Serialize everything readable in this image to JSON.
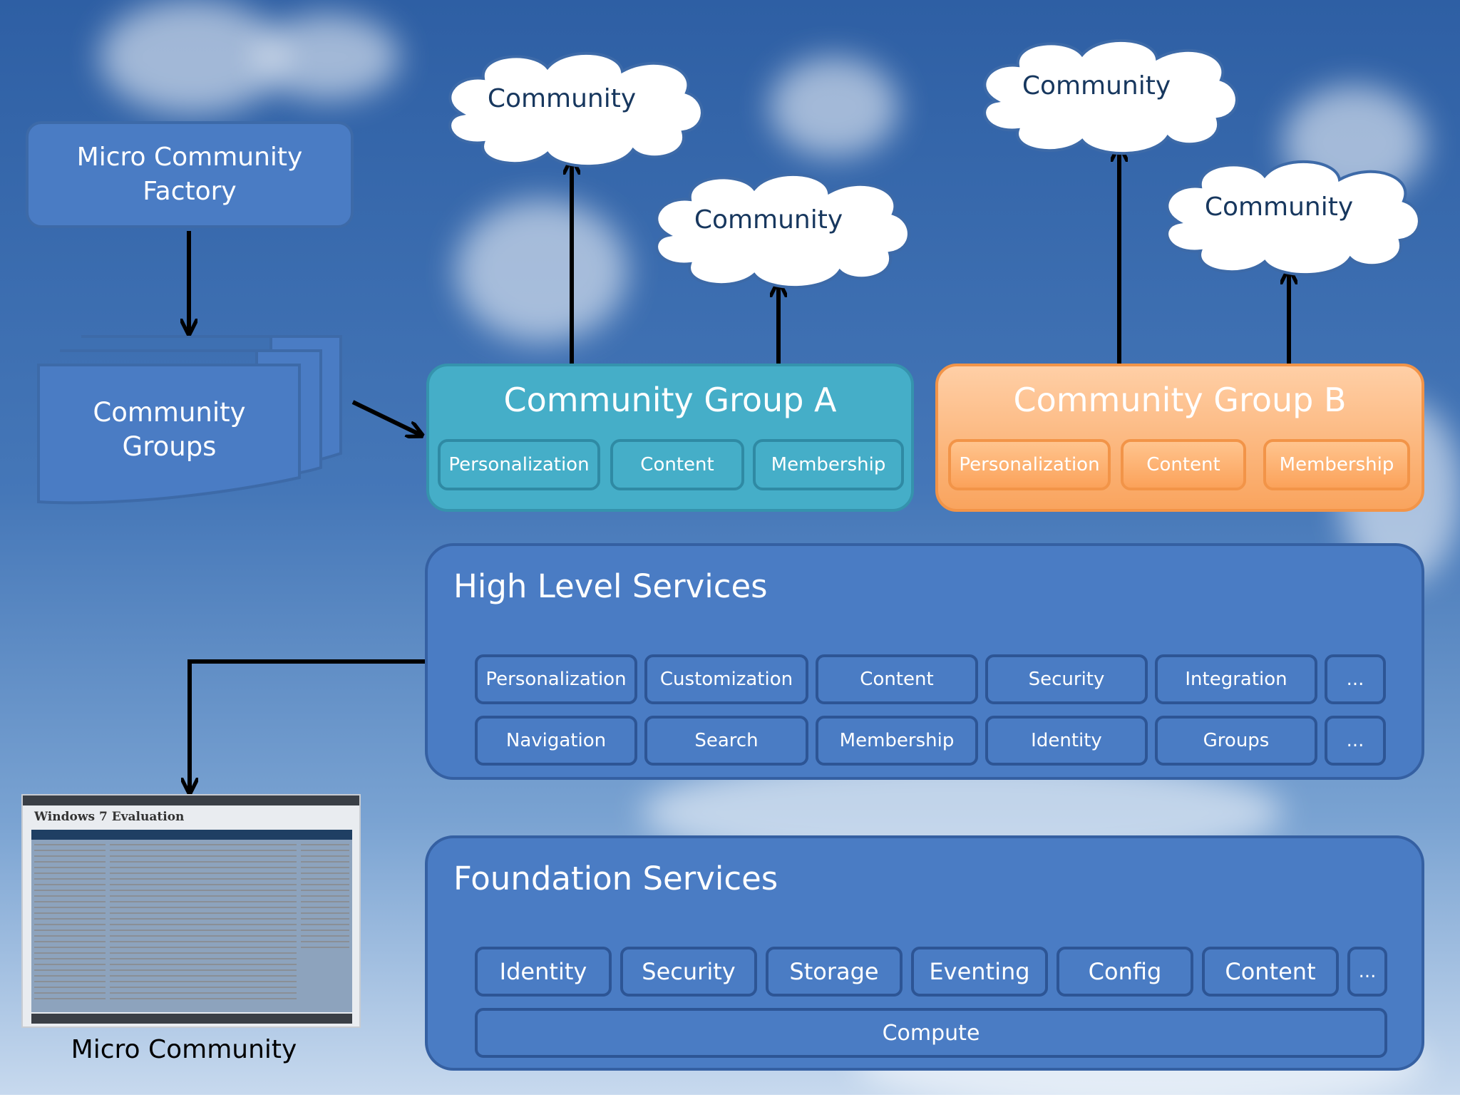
{
  "factory": {
    "line1": "Micro Community",
    "line2": "Factory"
  },
  "community_groups": {
    "line1": "Community",
    "line2": "Groups"
  },
  "clouds": [
    "Community",
    "Community",
    "Community",
    "Community"
  ],
  "group_a": {
    "title": "Community Group A",
    "items": [
      "Personalization",
      "Content",
      "Membership"
    ]
  },
  "group_b": {
    "title": "Community Group B",
    "items": [
      "Personalization",
      "Content",
      "Membership"
    ]
  },
  "high_level_services": {
    "title": "High Level Services",
    "row1": [
      "Personalization",
      "Customization",
      "Content",
      "Security",
      "Integration",
      "..."
    ],
    "row2": [
      "Navigation",
      "Search",
      "Membership",
      "Identity",
      "Groups",
      "..."
    ]
  },
  "foundation_services": {
    "title": "Foundation Services",
    "row1": [
      "Identity",
      "Security",
      "Storage",
      "Eventing",
      "Config",
      "Content",
      "..."
    ],
    "compute": "Compute"
  },
  "micro_community": {
    "caption": "Micro Community",
    "thumbnail_title": "Windows 7 Evaluation"
  },
  "colors": {
    "blue_box": "#4a7cc4",
    "teal_group": "#45aec8",
    "orange_group": "#f9a45e",
    "cloud_text": "#17375e"
  }
}
